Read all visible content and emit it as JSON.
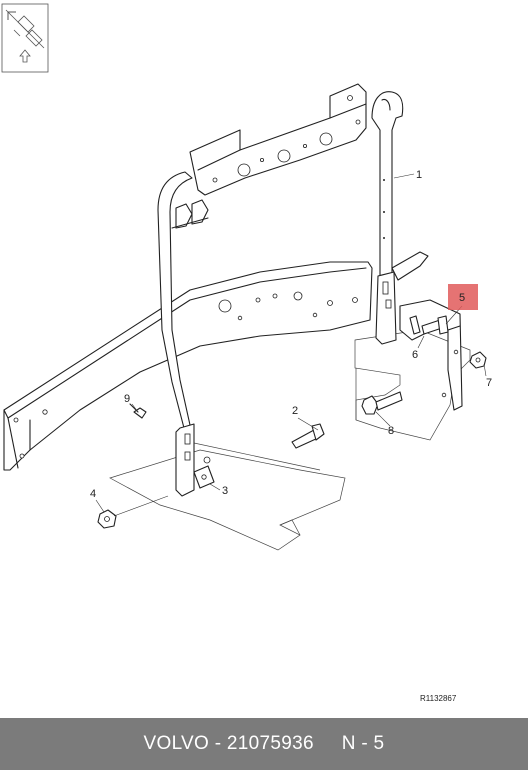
{
  "nav_icon": "orientation-arrows-icon",
  "callouts": [
    {
      "id": "1",
      "label": "1"
    },
    {
      "id": "2",
      "label": "2"
    },
    {
      "id": "3",
      "label": "3"
    },
    {
      "id": "4",
      "label": "4"
    },
    {
      "id": "5",
      "label": "5",
      "highlight": "#e05a5a"
    },
    {
      "id": "6",
      "label": "6"
    },
    {
      "id": "7",
      "label": "7"
    },
    {
      "id": "8",
      "label": "8"
    },
    {
      "id": "9",
      "label": "9"
    }
  ],
  "reference_code": "R1132867",
  "footer": {
    "brand": "VOLVO",
    "separator1": " - ",
    "part_number": "21075936",
    "gap": "     ",
    "position": "N - 5"
  }
}
